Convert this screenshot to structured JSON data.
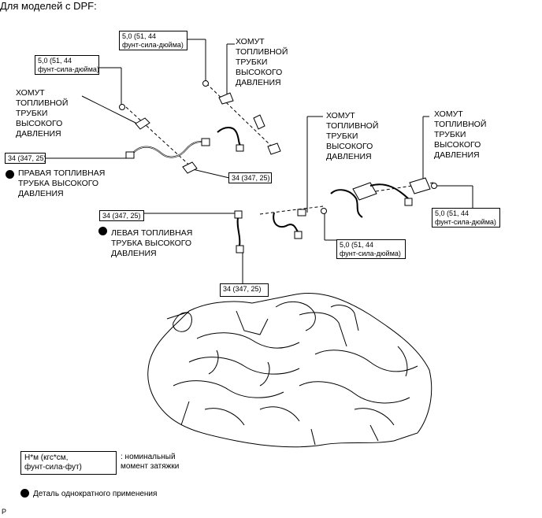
{
  "title": "Для моделей с DPF:",
  "torque_small": "5,0 (51, 44\nфунт-сила-дюйма)",
  "torque_large": "34 (347, 25)",
  "clamp_label": "ХОМУТ\nТОПЛИВНОЙ\nТРУБКИ\nВЫСОКОГО\nДАВЛЕНИЯ",
  "right_pipe_label": "ПРАВАЯ ТОПЛИВНАЯ\nТРУБКА ВЫСОКОГО\nДАВЛЕНИЯ",
  "left_pipe_label": "ЛЕВАЯ ТОПЛИВНАЯ\nТРУБКА ВЫСОКОГО\nДАВЛЕНИЯ",
  "legend": {
    "unit_box": "Н*м (кгс*см,\nфунт-сила-фут)",
    "unit_desc": ": номинальный\nмомент затяжки",
    "single_use": "Деталь однократного применения"
  },
  "corner_mark": "P"
}
